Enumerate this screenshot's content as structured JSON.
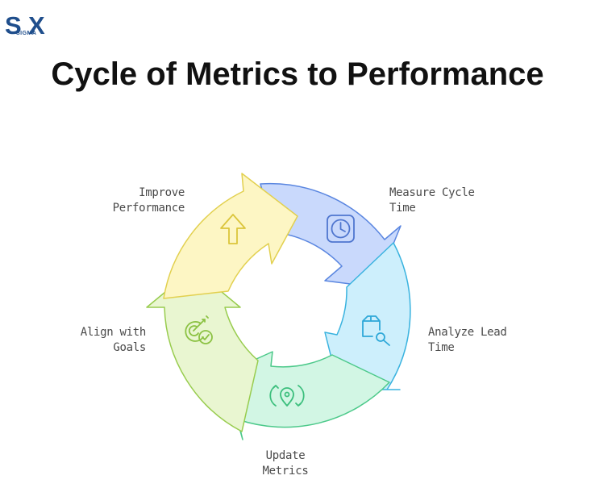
{
  "brand": {
    "logo_letters": [
      "S",
      "X"
    ],
    "logo_sub": "SIGMA"
  },
  "title": "Cycle of Metrics to Performance",
  "steps": [
    {
      "lines": [
        "Measure Cycle",
        "Time"
      ],
      "icon": "clock-icon",
      "fill": "#c9d9fc",
      "stroke": "#5a86e0"
    },
    {
      "lines": [
        "Analyze Lead",
        "Time"
      ],
      "icon": "box-search-icon",
      "fill": "#cdeffc",
      "stroke": "#3ab3df"
    },
    {
      "lines": [
        "Update",
        "Metrics"
      ],
      "icon": "location-refresh-icon",
      "fill": "#d2f6e4",
      "stroke": "#4cc98a"
    },
    {
      "lines": [
        "Align with",
        "Goals"
      ],
      "icon": "target-check-icon",
      "fill": "#e9f6d1",
      "stroke": "#98cc4e"
    },
    {
      "lines": [
        "Improve",
        "Performance"
      ],
      "icon": "arrow-up-icon",
      "fill": "#fdf6c4",
      "stroke": "#e2d04f"
    }
  ]
}
